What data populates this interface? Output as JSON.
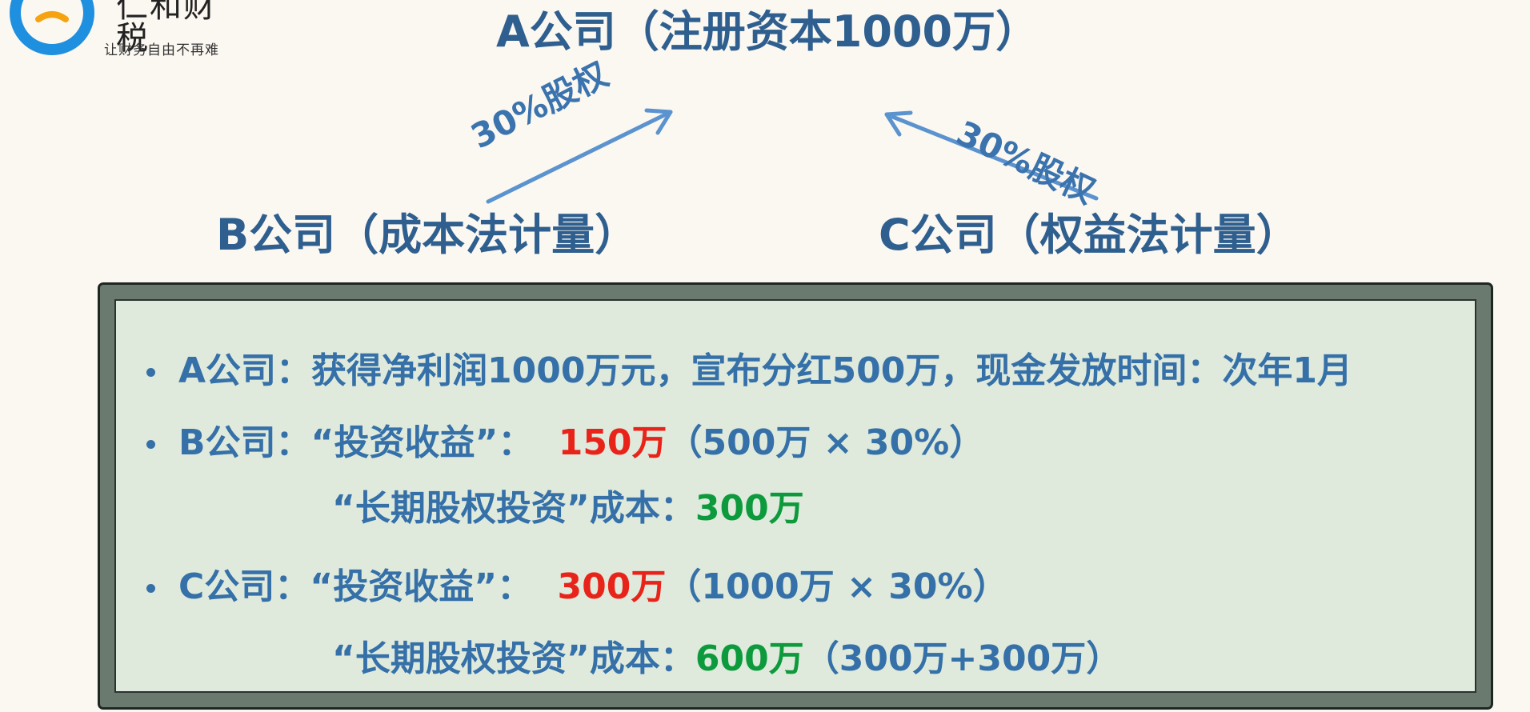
{
  "logo": {
    "name": "仁和财税",
    "tagline": "让财务自由不再难",
    "colors": {
      "ring": "#1f8fe0",
      "smile": "#f5a30f"
    }
  },
  "diagram": {
    "company_a": "A公司（注册资本1000万）",
    "company_b": "B公司（成本法计量）",
    "company_c": "C公司（权益法计量）",
    "arrow_left_label": "30%股权",
    "arrow_right_label": "30%股权"
  },
  "details": {
    "a_line": "A公司：获得净利润1000万元，宣布分红500万，现金发放时间：次年1月",
    "b_prefix": "B公司：“投资收益”：",
    "b_income": "150万",
    "b_income_formula": "（500万 × 30%）",
    "b_cost_label": "“长期股权投资”成本：",
    "b_cost": "300万",
    "c_prefix": "C公司：“投资收益”：",
    "c_income": "300万",
    "c_income_formula": "（1000万 × 30%）",
    "c_cost_label": "“长期股权投资”成本：",
    "c_cost": "600万",
    "c_cost_formula": "（300万+300万）"
  },
  "colors": {
    "title": "#2f5f8f",
    "text": "#3570a8",
    "highlight_red": "#e8241a",
    "highlight_green": "#0d9a3c",
    "box_fill": "#dfeadc",
    "box_border": "#6b7a6f",
    "arrow": "#5b93cf"
  }
}
